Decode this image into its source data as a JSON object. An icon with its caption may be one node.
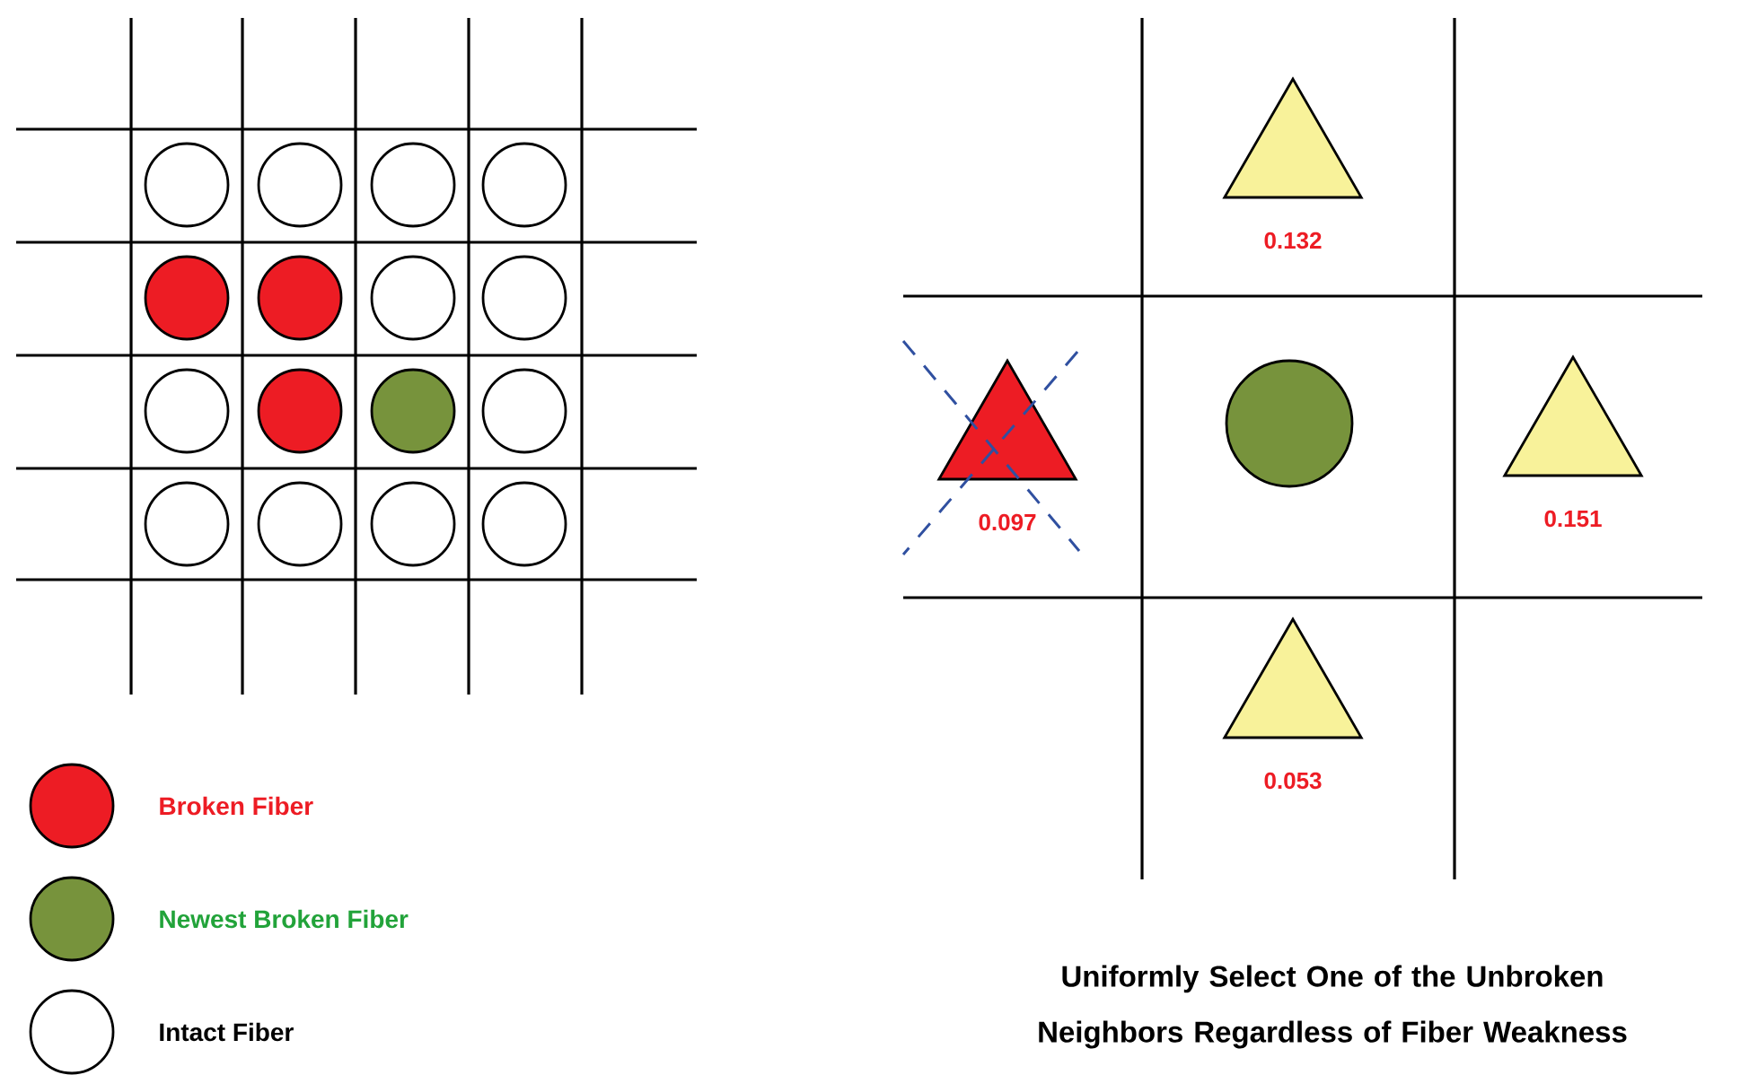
{
  "diagram": {
    "caption": "Uniformly Select One of the Unbroken Neighbors Regardless of Fiber Weakness",
    "nodes": [
      {
        "text": [],
        "shape": "circle"
      },
      {
        "text": [],
        "shape": "circle"
      },
      {
        "text": [],
        "shape": "circle"
      },
      {
        "text": [],
        "shape": "circle"
      },
      {
        "text": [],
        "shape": "circle"
      },
      {
        "text": [],
        "shape": "circle"
      },
      {
        "text": [],
        "shape": "circle"
      },
      {
        "text": [],
        "shape": "circle"
      },
      {
        "text": [],
        "shape": "circle"
      },
      {
        "text": [],
        "shape": "circle"
      },
      {
        "text": [],
        "shape": "circle"
      },
      {
        "text": [],
        "shape": "circle"
      },
      {
        "text": [],
        "shape": "circle"
      },
      {
        "text": [],
        "shape": "circle"
      },
      {
        "text": [],
        "shape": "circle"
      },
      {
        "text": [],
        "shape": "circle"
      },
      {
        "text": [],
        "shape": "triangle",
        "beside": [
          "0.132"
        ]
      },
      {
        "text": [],
        "shape": "triangle",
        "beside": [
          "0.097"
        ]
      },
      {
        "text": [],
        "shape": "circle"
      },
      {
        "text": [],
        "shape": "triangle",
        "beside": [
          "0.151"
        ]
      },
      {
        "text": [],
        "shape": "triangle",
        "beside": [
          "0.053"
        ]
      }
    ],
    "legend": [
      {
        "text": "Broken Fiber",
        "color": "#ed1c24"
      },
      {
        "text": "Newest Broken Fiber",
        "color": "#77933c"
      },
      {
        "text": "Intact Fiber"
      }
    ]
  }
}
